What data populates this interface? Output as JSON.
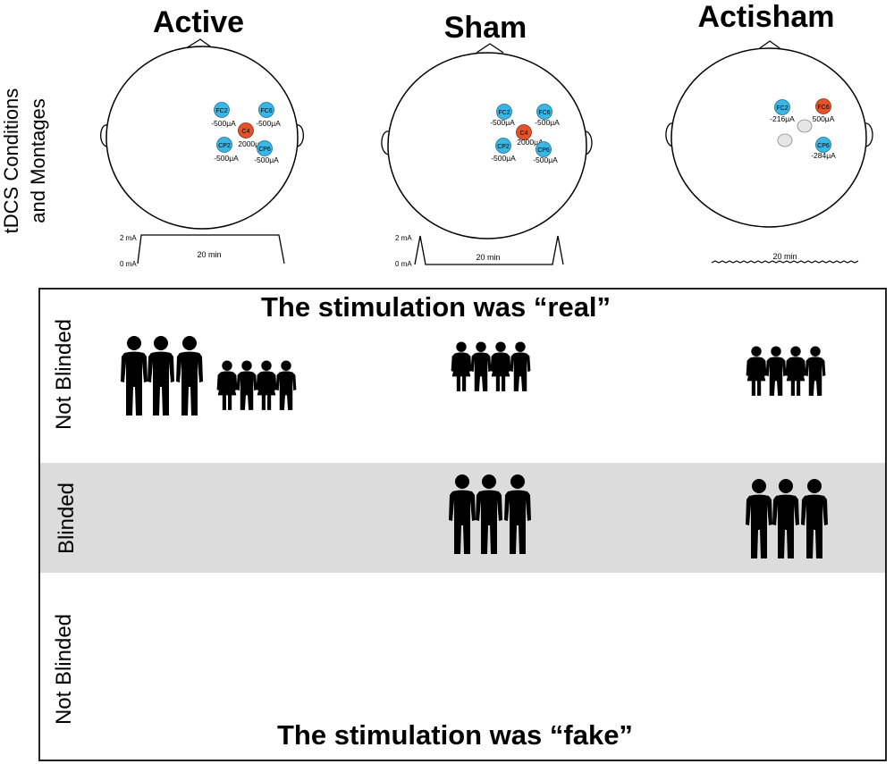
{
  "side_label_top": [
    "tDCS Conditions",
    "and Montages"
  ],
  "conditions": [
    {
      "title": "Active",
      "electrodes": [
        {
          "label": "FC2",
          "current": "-500μA",
          "color": "#3ab6e6"
        },
        {
          "label": "FC6",
          "current": "-500μA",
          "color": "#3ab6e6"
        },
        {
          "label": "C4",
          "current": "2000μA",
          "color": "#e1542b"
        },
        {
          "label": "CP2",
          "current": "-500μA",
          "color": "#3ab6e6"
        },
        {
          "label": "CP6",
          "current": "-500μA",
          "color": "#3ab6e6"
        }
      ],
      "waveform": {
        "max_label": "2 mA",
        "min_label": "0 mA",
        "duration": "20 min"
      }
    },
    {
      "title": "Sham",
      "electrodes": [
        {
          "label": "FC2",
          "current": "-500μA",
          "color": "#3ab6e6"
        },
        {
          "label": "FC6",
          "current": "-500μA",
          "color": "#3ab6e6"
        },
        {
          "label": "C4",
          "current": "2000μA",
          "color": "#e1542b"
        },
        {
          "label": "CP2",
          "current": "-500μA",
          "color": "#3ab6e6"
        },
        {
          "label": "CP6",
          "current": "-500μA",
          "color": "#3ab6e6"
        }
      ],
      "waveform": {
        "max_label": "2 mA",
        "min_label": "0 mA",
        "duration": "20 min"
      }
    },
    {
      "title": "Actisham",
      "electrodes": [
        {
          "label": "FC2",
          "current": "-216μA",
          "color": "#3ab6e6"
        },
        {
          "label": "FC6",
          "current": "500μA",
          "color": "#e1542b"
        },
        {
          "label": "CP6",
          "current": "-284μA",
          "color": "#3ab6e6"
        }
      ],
      "waveform": {
        "duration": "20 min"
      }
    }
  ],
  "panel": {
    "statement_real": "The stimulation was “real”",
    "statement_fake": "The stimulation was “fake”",
    "rows": [
      "Not Blinded",
      "Blinded",
      "Not Blinded"
    ],
    "groups": [
      {
        "row": "Not Blinded",
        "condition": "Active",
        "figures": [
          "3 adults",
          "4 children"
        ]
      },
      {
        "row": "Not Blinded",
        "condition": "Sham",
        "figures": [
          "4 children"
        ]
      },
      {
        "row": "Not Blinded",
        "condition": "Actisham",
        "figures": [
          "4 children"
        ]
      },
      {
        "row": "Blinded",
        "condition": "Sham",
        "figures": [
          "3 adults"
        ]
      },
      {
        "row": "Blinded",
        "condition": "Actisham",
        "figures": [
          "3 adults"
        ]
      }
    ]
  },
  "colors": {
    "anode": "#e1542b",
    "cathode": "#3ab6e6",
    "band": "#dcdcdc",
    "inactive": "#e6e6e6"
  }
}
